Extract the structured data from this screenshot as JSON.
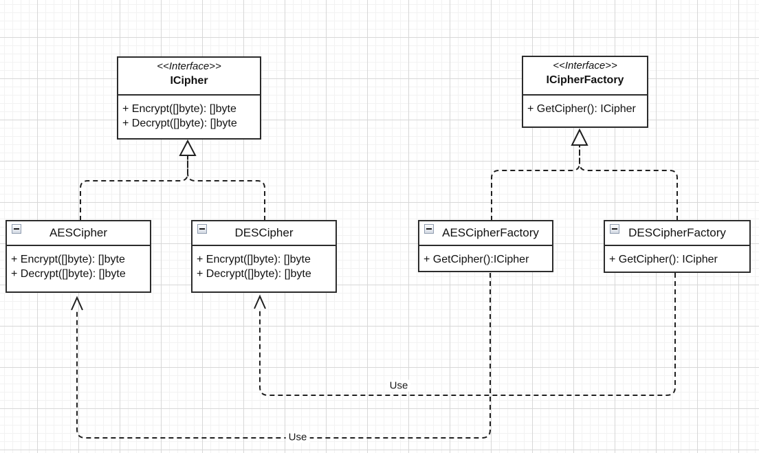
{
  "canvas": {
    "background_color": "#ffffff",
    "grid_minor_color": "#f2f2f2",
    "grid_major_color": "#d7d7d7"
  },
  "icons": {
    "collapse": "minus"
  },
  "nodes": {
    "icipher": {
      "stereotype": "<<Interface>>",
      "name": "ICipher",
      "members": [
        "+ Encrypt([]byte): []byte",
        "+ Decrypt([]byte): []byte"
      ]
    },
    "icipherfactory": {
      "stereotype": "<<Interface>>",
      "name": "ICipherFactory",
      "members": [
        "+ GetCipher(): ICipher"
      ]
    },
    "aescipher": {
      "name": "AESCipher",
      "members": [
        "+ Encrypt([]byte): []byte",
        "+ Decrypt([]byte): []byte"
      ]
    },
    "descipher": {
      "name": "DESCipher",
      "members": [
        "+ Encrypt([]byte): []byte",
        "+ Decrypt([]byte): []byte"
      ]
    },
    "aescipherfactory": {
      "name": "AESCipherFactory",
      "members": [
        "+ GetCipher():ICipher"
      ]
    },
    "descipherfactory": {
      "name": "DESCipherFactory",
      "members": [
        "+ GetCipher(): ICipher"
      ]
    }
  },
  "edges": {
    "stroke_color": "#1f1f1f",
    "use_aes": {
      "label": "Use"
    },
    "use_des": {
      "label": "Use"
    }
  }
}
